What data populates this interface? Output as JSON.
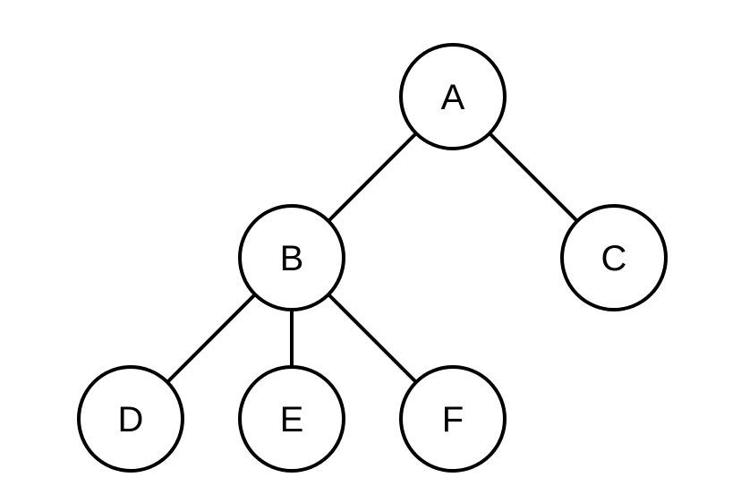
{
  "diagram": {
    "type": "tree",
    "nodes": [
      {
        "id": "A",
        "label": "A"
      },
      {
        "id": "B",
        "label": "B"
      },
      {
        "id": "C",
        "label": "C"
      },
      {
        "id": "D",
        "label": "D"
      },
      {
        "id": "E",
        "label": "E"
      },
      {
        "id": "F",
        "label": "F"
      }
    ],
    "edges": [
      {
        "from": "A",
        "to": "B"
      },
      {
        "from": "A",
        "to": "C"
      },
      {
        "from": "B",
        "to": "D"
      },
      {
        "from": "B",
        "to": "E"
      },
      {
        "from": "B",
        "to": "F"
      }
    ]
  }
}
